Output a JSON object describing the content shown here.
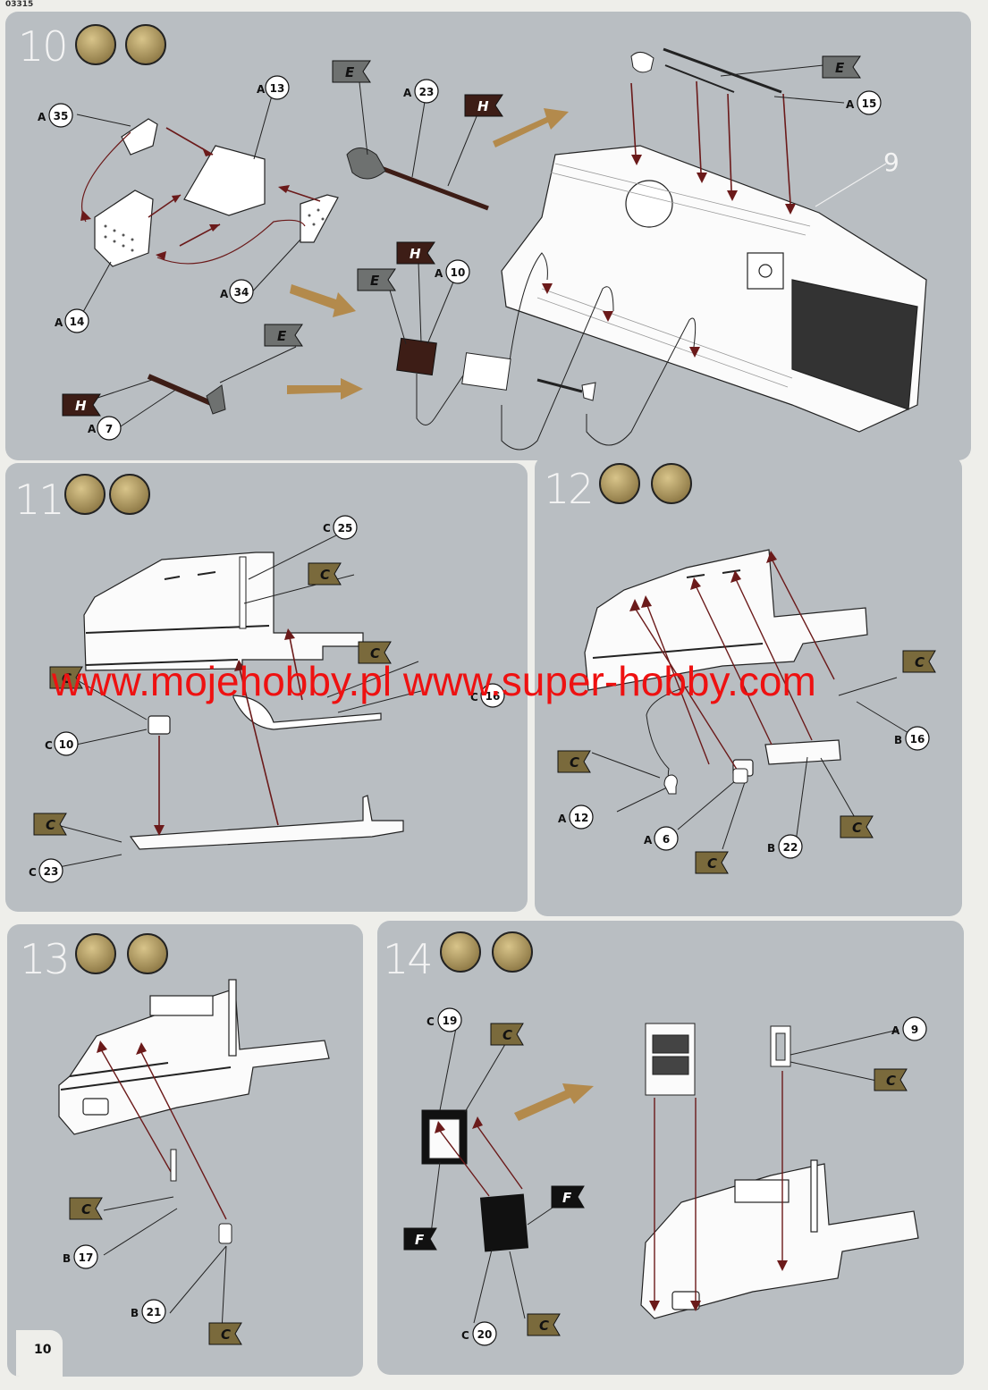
{
  "kit_code": "03315",
  "page_number": "10",
  "watermark": "www.mojehobby.pl www.super-hobby.com",
  "colors": {
    "panel_bg": "#b9bec2",
    "page_bg": "#eeeeea",
    "arrow_red": "#6b1a1a",
    "arrow_tan": "#b38a4c",
    "flag_C": "#7a6a3c",
    "flag_E": "#6e7170",
    "flag_H": "#3d1d16",
    "flag_F": "#111111",
    "watermark": "#ee1111"
  },
  "steps": [
    {
      "number": "10",
      "icons": [
        "glue-icon",
        "paint-brush-icon"
      ],
      "parts": [
        {
          "sprue": "A",
          "num": "13"
        },
        {
          "sprue": "A",
          "num": "35"
        },
        {
          "sprue": "A",
          "num": "14"
        },
        {
          "sprue": "A",
          "num": "34"
        },
        {
          "sprue": "A",
          "num": "7"
        },
        {
          "sprue": "A",
          "num": "23"
        },
        {
          "sprue": "A",
          "num": "10"
        },
        {
          "sprue": "A",
          "num": "15"
        }
      ],
      "paint_flags": [
        "E",
        "H",
        "E",
        "H",
        "E",
        "H",
        "E"
      ],
      "reference_step": "9"
    },
    {
      "number": "11",
      "icons": [
        "glue-icon",
        "paint-brush-icon"
      ],
      "parts": [
        {
          "sprue": "C",
          "num": "25"
        },
        {
          "sprue": "C",
          "num": "16"
        },
        {
          "sprue": "C",
          "num": "10"
        },
        {
          "sprue": "C",
          "num": "23"
        }
      ],
      "paint_flags": [
        "C",
        "C",
        "C",
        "C"
      ]
    },
    {
      "number": "12",
      "icons": [
        "glue-icon",
        "paint-brush-icon"
      ],
      "parts": [
        {
          "sprue": "B",
          "num": "16"
        },
        {
          "sprue": "A",
          "num": "12"
        },
        {
          "sprue": "A",
          "num": "6"
        },
        {
          "sprue": "B",
          "num": "22"
        }
      ],
      "paint_flags": [
        "C",
        "C",
        "C",
        "C"
      ]
    },
    {
      "number": "13",
      "icons": [
        "glue-icon",
        "paint-brush-icon"
      ],
      "parts": [
        {
          "sprue": "B",
          "num": "17"
        },
        {
          "sprue": "B",
          "num": "21"
        }
      ],
      "paint_flags": [
        "C",
        "C"
      ]
    },
    {
      "number": "14",
      "icons": [
        "glue-icon",
        "paint-brush-icon"
      ],
      "parts": [
        {
          "sprue": "C",
          "num": "19"
        },
        {
          "sprue": "C",
          "num": "20"
        },
        {
          "sprue": "A",
          "num": "9"
        }
      ],
      "paint_flags": [
        "C",
        "F",
        "F",
        "C",
        "C"
      ]
    }
  ]
}
